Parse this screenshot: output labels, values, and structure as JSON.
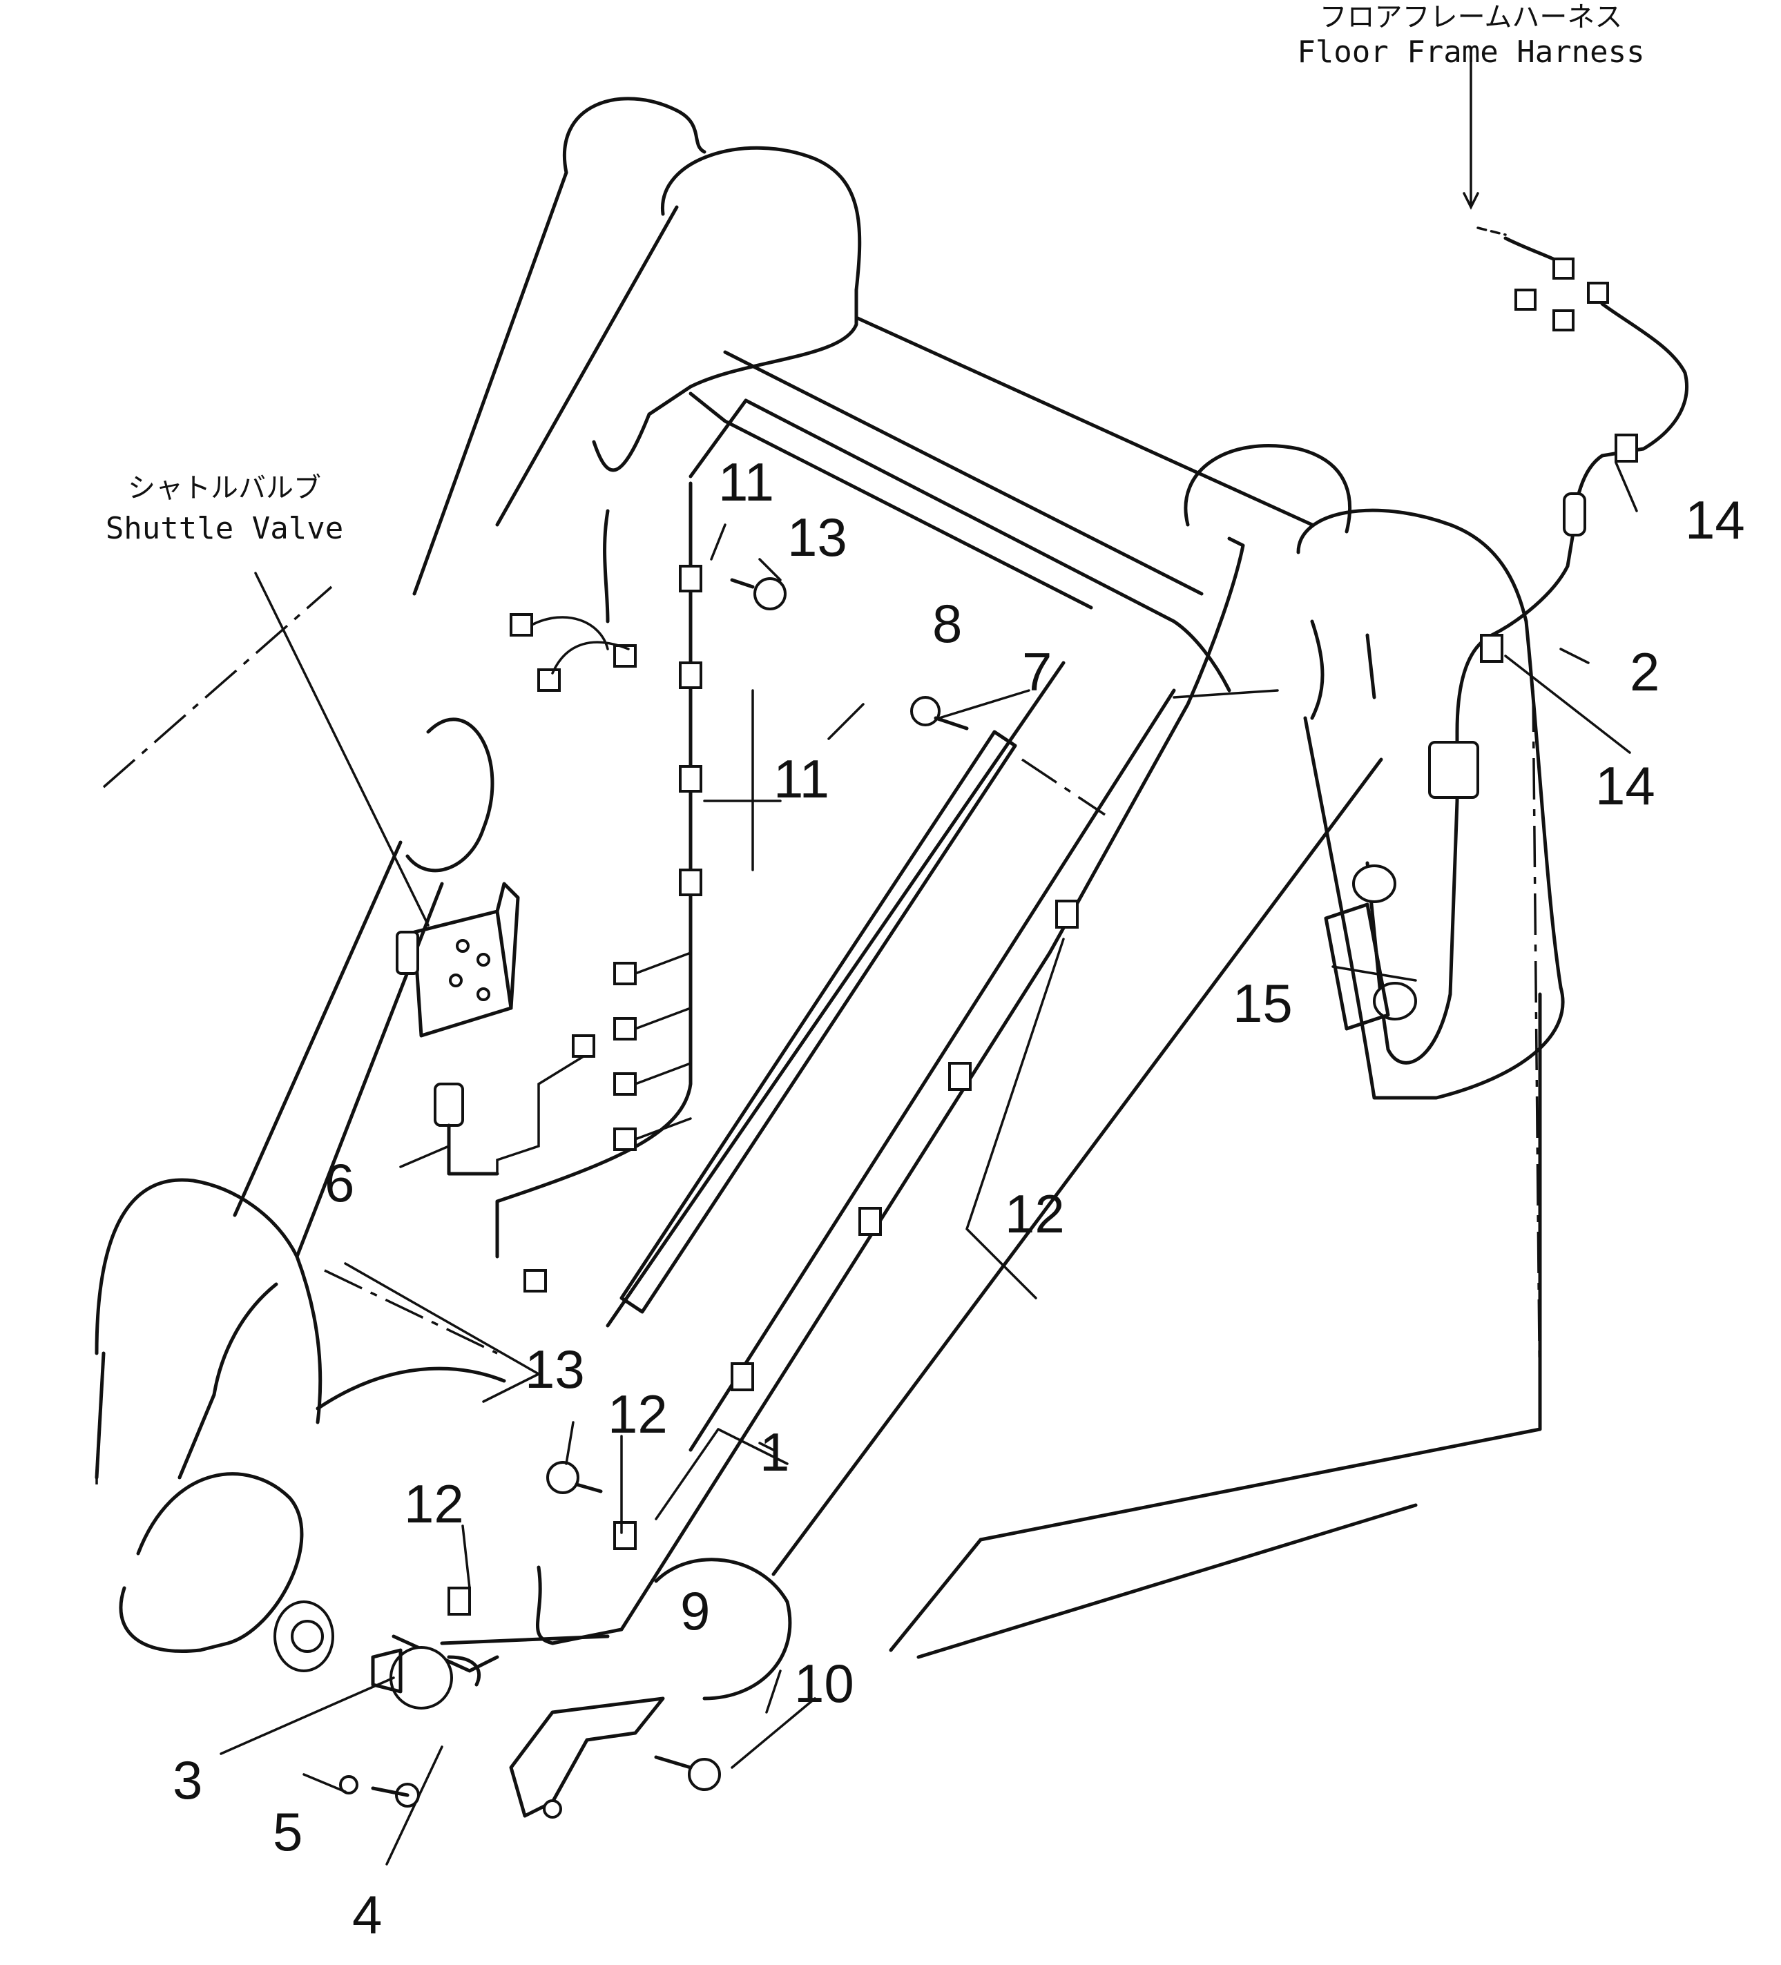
{
  "annotations": {
    "floor_frame_harness": {
      "jp": "フロアフレームハーネス",
      "en": "Floor Frame Harness"
    },
    "shuttle_valve": {
      "jp": "シャトルバルブ",
      "en": "Shuttle Valve"
    }
  },
  "callouts": [
    "1",
    "2",
    "3",
    "4",
    "5",
    "6",
    "7",
    "8",
    "9",
    "10",
    "11",
    "11",
    "12",
    "12",
    "12",
    "13",
    "13",
    "14",
    "14",
    "15"
  ]
}
